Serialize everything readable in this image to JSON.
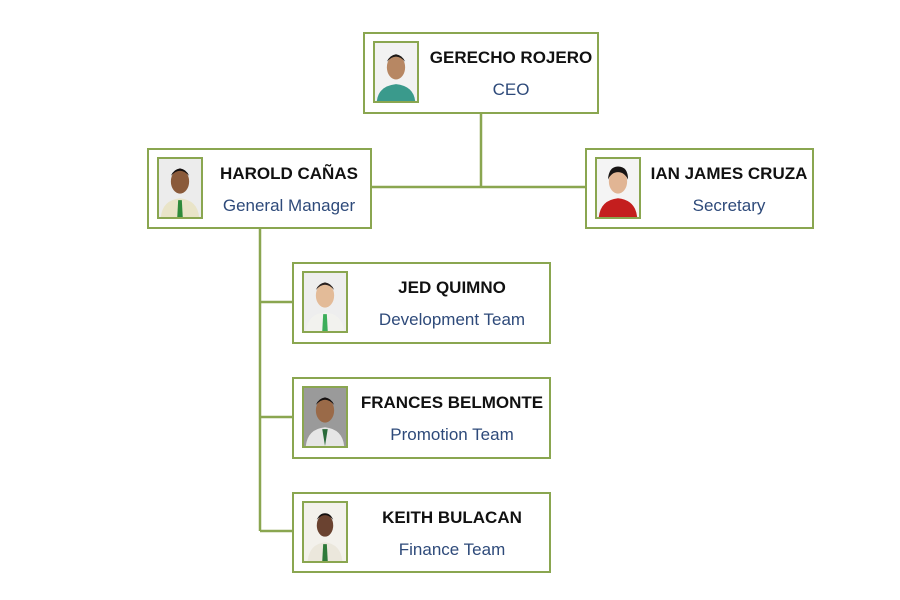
{
  "org_chart": {
    "ceo": {
      "name": "GERECHO  ROJERO",
      "role": "CEO",
      "photo": "person-photo"
    },
    "general_manager": {
      "name": "HAROLD CAÑAS",
      "role": "General  Manager",
      "photo": "person-photo"
    },
    "secretary": {
      "name": "IAN JAMES CRUZA",
      "role": "Secretary",
      "photo": "person-photo"
    },
    "development": {
      "name": "JED QUIMNO",
      "role": "Development  Team",
      "photo": "person-photo"
    },
    "promotion": {
      "name": "FRANCES BELMONTE",
      "role": "Promotion Team",
      "photo": "person-photo"
    },
    "finance": {
      "name": "KEITH  BULACAN",
      "role": "Finance Team",
      "photo": "person-photo"
    }
  },
  "colors": {
    "border": "#8aa650",
    "name_text": "#111111",
    "role_text": "#2e4a7a"
  }
}
